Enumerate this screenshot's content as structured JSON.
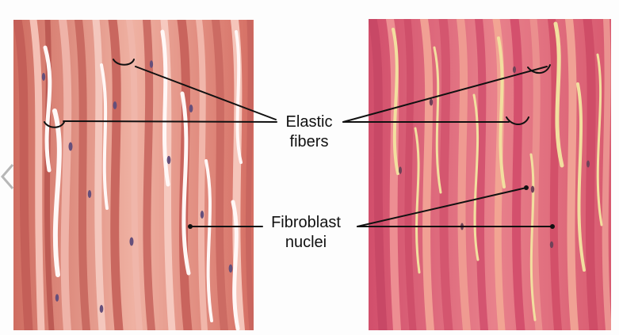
{
  "labels": {
    "elastic_line_1": "Elastic",
    "elastic_line_2": "fibers",
    "fibroblast_line_1": "Fibroblast",
    "fibroblast_line_2": "nuclei"
  },
  "colors": {
    "left_tissue": "#e59b8a",
    "right_tissue": "#dc5f73",
    "elastic_fibers": "#f7f0ef",
    "pale_highlights": "#f2df9f",
    "nuclei": "#654f7b",
    "callout_lines": "#111111"
  },
  "icons": {
    "left_side_control": "chevron-left-icon"
  }
}
